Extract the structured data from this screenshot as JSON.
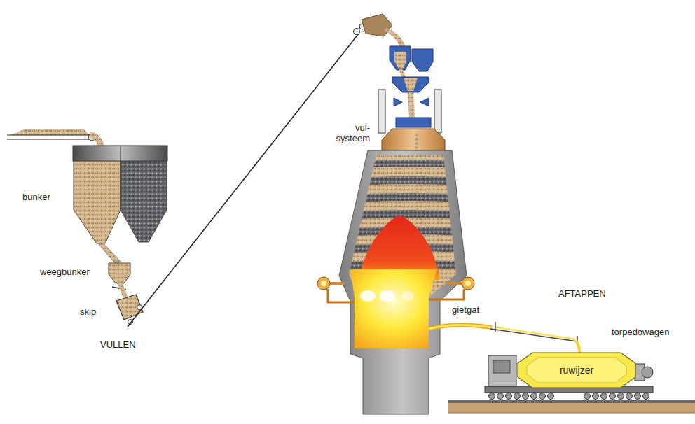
{
  "diagram": {
    "nodes": [
      {
        "text": [
          "ruwijzer"
        ]
      }
    ],
    "labels": [
      "bunker",
      "weegbunker",
      "skip",
      "VULLEN",
      "vul- systeem",
      "gietgat",
      "AFTAPPEN",
      "torpedowagen"
    ]
  }
}
